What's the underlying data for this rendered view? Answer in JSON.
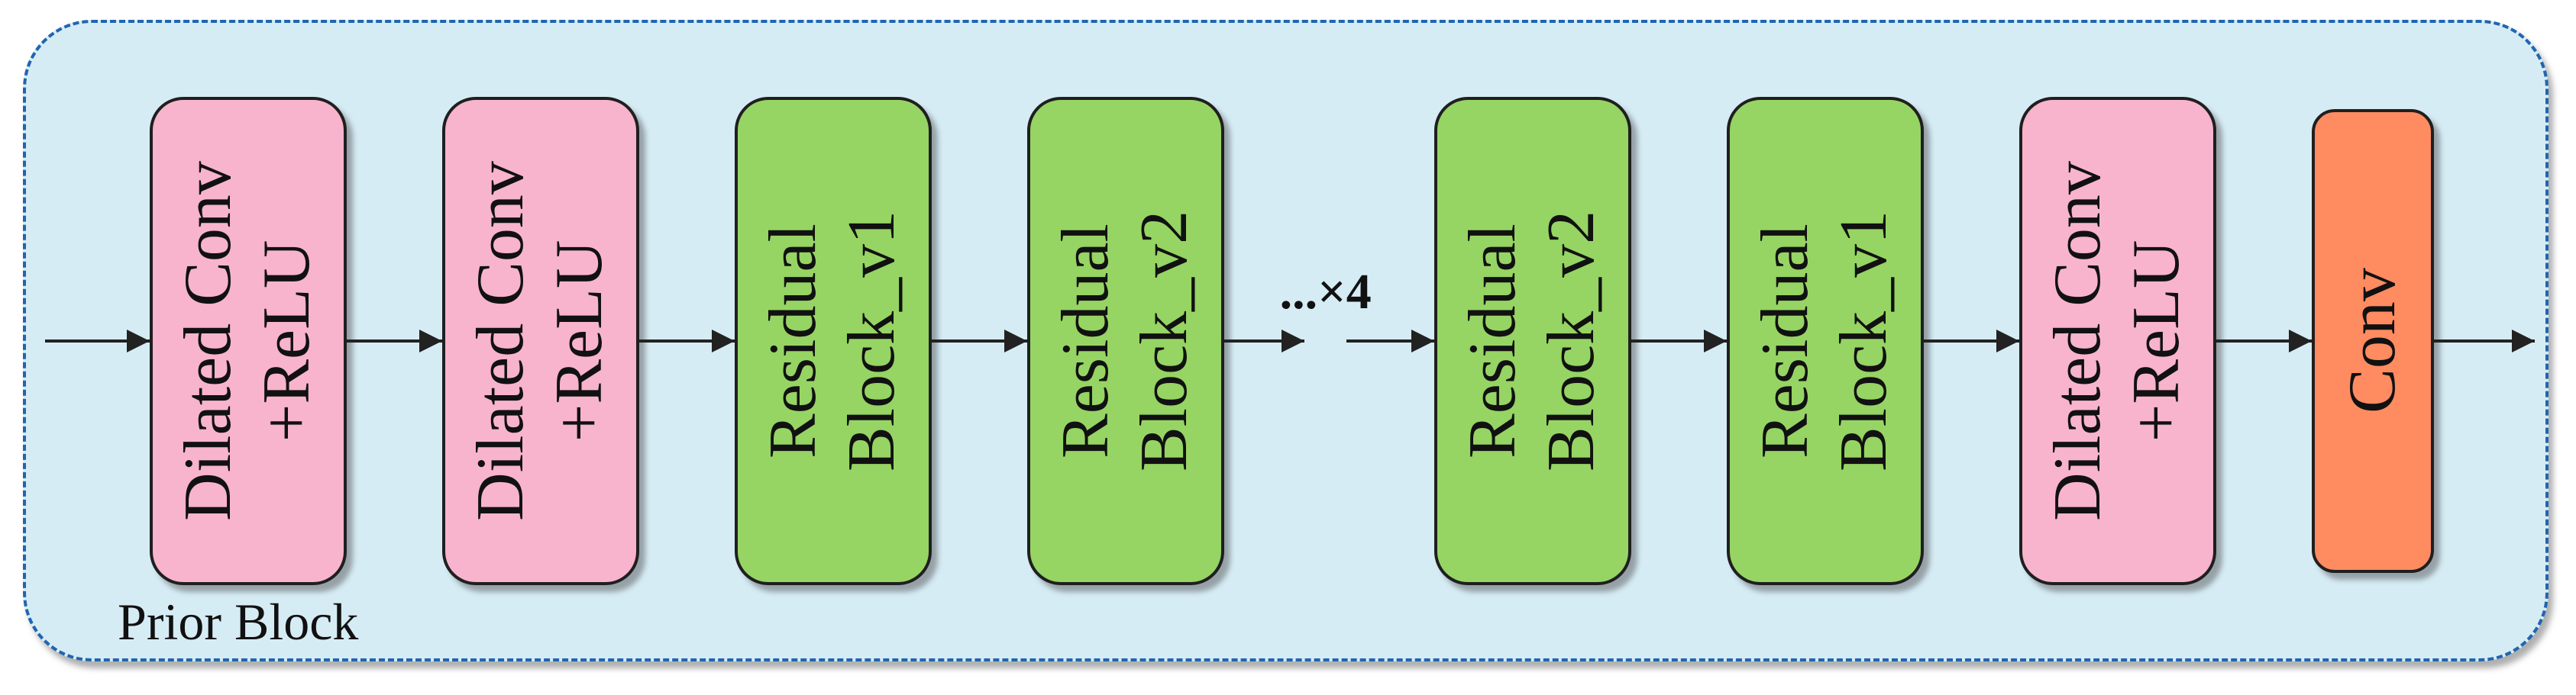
{
  "diagram": {
    "container_label": "Prior Block",
    "repeat_label": "...×4",
    "blocks": [
      {
        "name": "dilated-conv-relu-1",
        "type": "dilated_conv_relu",
        "line1": "Dilated Conv",
        "line2": "+ReLU"
      },
      {
        "name": "dilated-conv-relu-2",
        "type": "dilated_conv_relu",
        "line1": "Dilated Conv",
        "line2": "+ReLU"
      },
      {
        "name": "residual-block-v1-a",
        "type": "residual_v1",
        "line1": "Residual",
        "line2": "Block_v1"
      },
      {
        "name": "residual-block-v2-a",
        "type": "residual_v2",
        "line1": "Residual",
        "line2": "Block_v2"
      },
      {
        "name": "residual-block-v2-b",
        "type": "residual_v2",
        "line1": "Residual",
        "line2": "Block_v2"
      },
      {
        "name": "residual-block-v1-b",
        "type": "residual_v1",
        "line1": "Residual",
        "line2": "Block_v1"
      },
      {
        "name": "dilated-conv-relu-3",
        "type": "dilated_conv_relu",
        "line1": "Dilated Conv",
        "line2": "+ReLU"
      },
      {
        "name": "conv-output",
        "type": "conv",
        "line1": "Conv"
      }
    ],
    "repeat_count": 4,
    "colors": {
      "background": "#D6ECF5",
      "dash": "#2065B0",
      "pink": "#F8B4CC",
      "green": "#96D464",
      "orange": "#FF8B61",
      "outline": "#1F1F1F",
      "arrow": "#222222",
      "text": "#111111"
    }
  }
}
